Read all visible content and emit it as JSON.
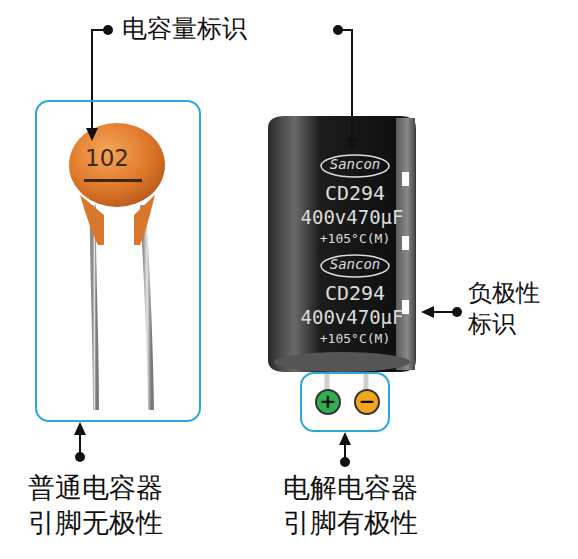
{
  "diagram": {
    "nodes": [
      {
        "text": [
          "102"
        ]
      },
      {
        "text": [
          "+",
          "−"
        ]
      }
    ],
    "labels": [
      "电容量标识",
      "负极性 标识",
      "普通电容器 引脚无极性",
      "电解电容器 引脚有极性",
      "Sancon",
      "CD294",
      "400v470μF",
      "+105°C(M)",
      "Sancon",
      "CD294",
      "400v470μF",
      "+105°C(M)"
    ]
  }
}
